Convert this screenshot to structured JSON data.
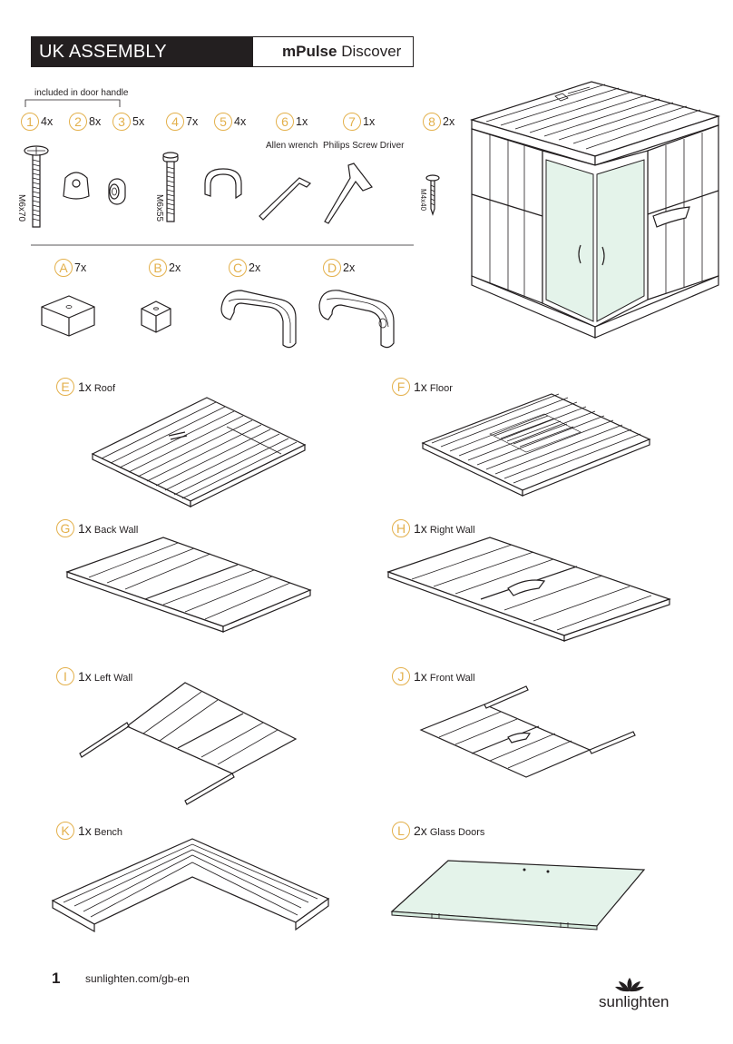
{
  "header": {
    "title": "UK ASSEMBLY INSTRUCTIONS",
    "product_bold": "mPulse",
    "product_rest": "Discover"
  },
  "hardware_note": "included in door handle",
  "hardware": [
    {
      "num": "1",
      "qty": "4x",
      "size": "M6x70"
    },
    {
      "num": "2",
      "qty": "8x"
    },
    {
      "num": "3",
      "qty": "5x"
    },
    {
      "num": "4",
      "qty": "7x",
      "size": "M6x55"
    },
    {
      "num": "5",
      "qty": "4x"
    },
    {
      "num": "6",
      "qty": "1x",
      "name": "Allen wrench"
    },
    {
      "num": "7",
      "qty": "1x",
      "name": "Philips Screw Driver"
    },
    {
      "num": "8",
      "qty": "2x",
      "size": "M4x40"
    }
  ],
  "small_parts": [
    {
      "letter": "A",
      "qty": "7x"
    },
    {
      "letter": "B",
      "qty": "2x"
    },
    {
      "letter": "C",
      "qty": "2x"
    },
    {
      "letter": "D",
      "qty": "2x"
    }
  ],
  "panels": [
    {
      "letter": "E",
      "qty": "1x",
      "name": "Roof"
    },
    {
      "letter": "F",
      "qty": "1x",
      "name": "Floor"
    },
    {
      "letter": "G",
      "qty": "1x",
      "name": "Back Wall"
    },
    {
      "letter": "H",
      "qty": "1x",
      "name": "Right Wall"
    },
    {
      "letter": "I",
      "qty": "1x",
      "name": "Left Wall"
    },
    {
      "letter": "J",
      "qty": "1x",
      "name": "Front Wall"
    },
    {
      "letter": "K",
      "qty": "1x",
      "name": "Bench"
    },
    {
      "letter": "L",
      "qty": "2x",
      "name": "Glass Doors"
    }
  ],
  "footer": {
    "page_number": "1",
    "url": "sunlighten.com/gb-en",
    "brand": "sunlighten"
  },
  "colors": {
    "accent": "#e3b04b",
    "ink": "#231f20",
    "glass": "#e4f3ea"
  }
}
